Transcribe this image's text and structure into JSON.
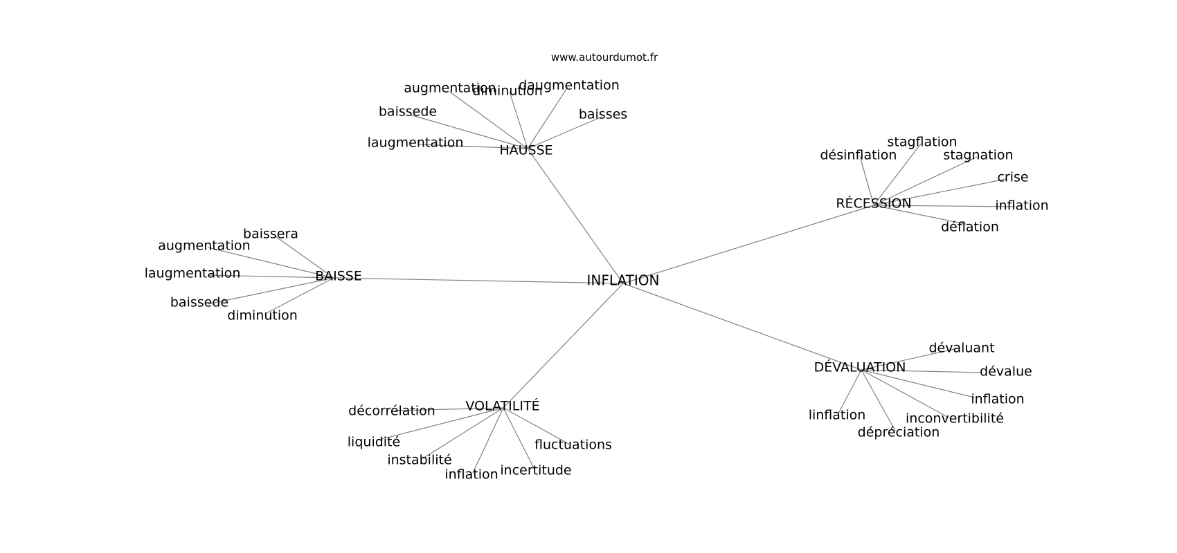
{
  "watermark": "www.autourdumot.fr",
  "center": {
    "id": "inflation",
    "label": "INFLATION"
  },
  "hubs": [
    {
      "id": "hausse",
      "label": "HAUSSE",
      "leaves": [
        "augmentation",
        "diminution",
        "daugmentation",
        "baisses",
        "baissede",
        "laugmentation"
      ]
    },
    {
      "id": "recession",
      "label": "RÉCESSION",
      "leaves": [
        "désinflation",
        "stagflation",
        "stagnation",
        "crise",
        "inflation",
        "déflation"
      ]
    },
    {
      "id": "baisse",
      "label": "BAISSE",
      "leaves": [
        "baissera",
        "augmentation",
        "laugmentation",
        "baissede",
        "diminution"
      ]
    },
    {
      "id": "devaluation",
      "label": "DÉVALUATION",
      "leaves": [
        "dévaluant",
        "dévalue",
        "inflation",
        "inconvertibilité",
        "dépréciation",
        "linflation"
      ]
    },
    {
      "id": "volatilite",
      "label": "VOLATILITÉ",
      "leaves": [
        "décorrélation",
        "liquidité",
        "instabilité",
        "inflation",
        "incertitude",
        "fluctuations"
      ]
    }
  ]
}
